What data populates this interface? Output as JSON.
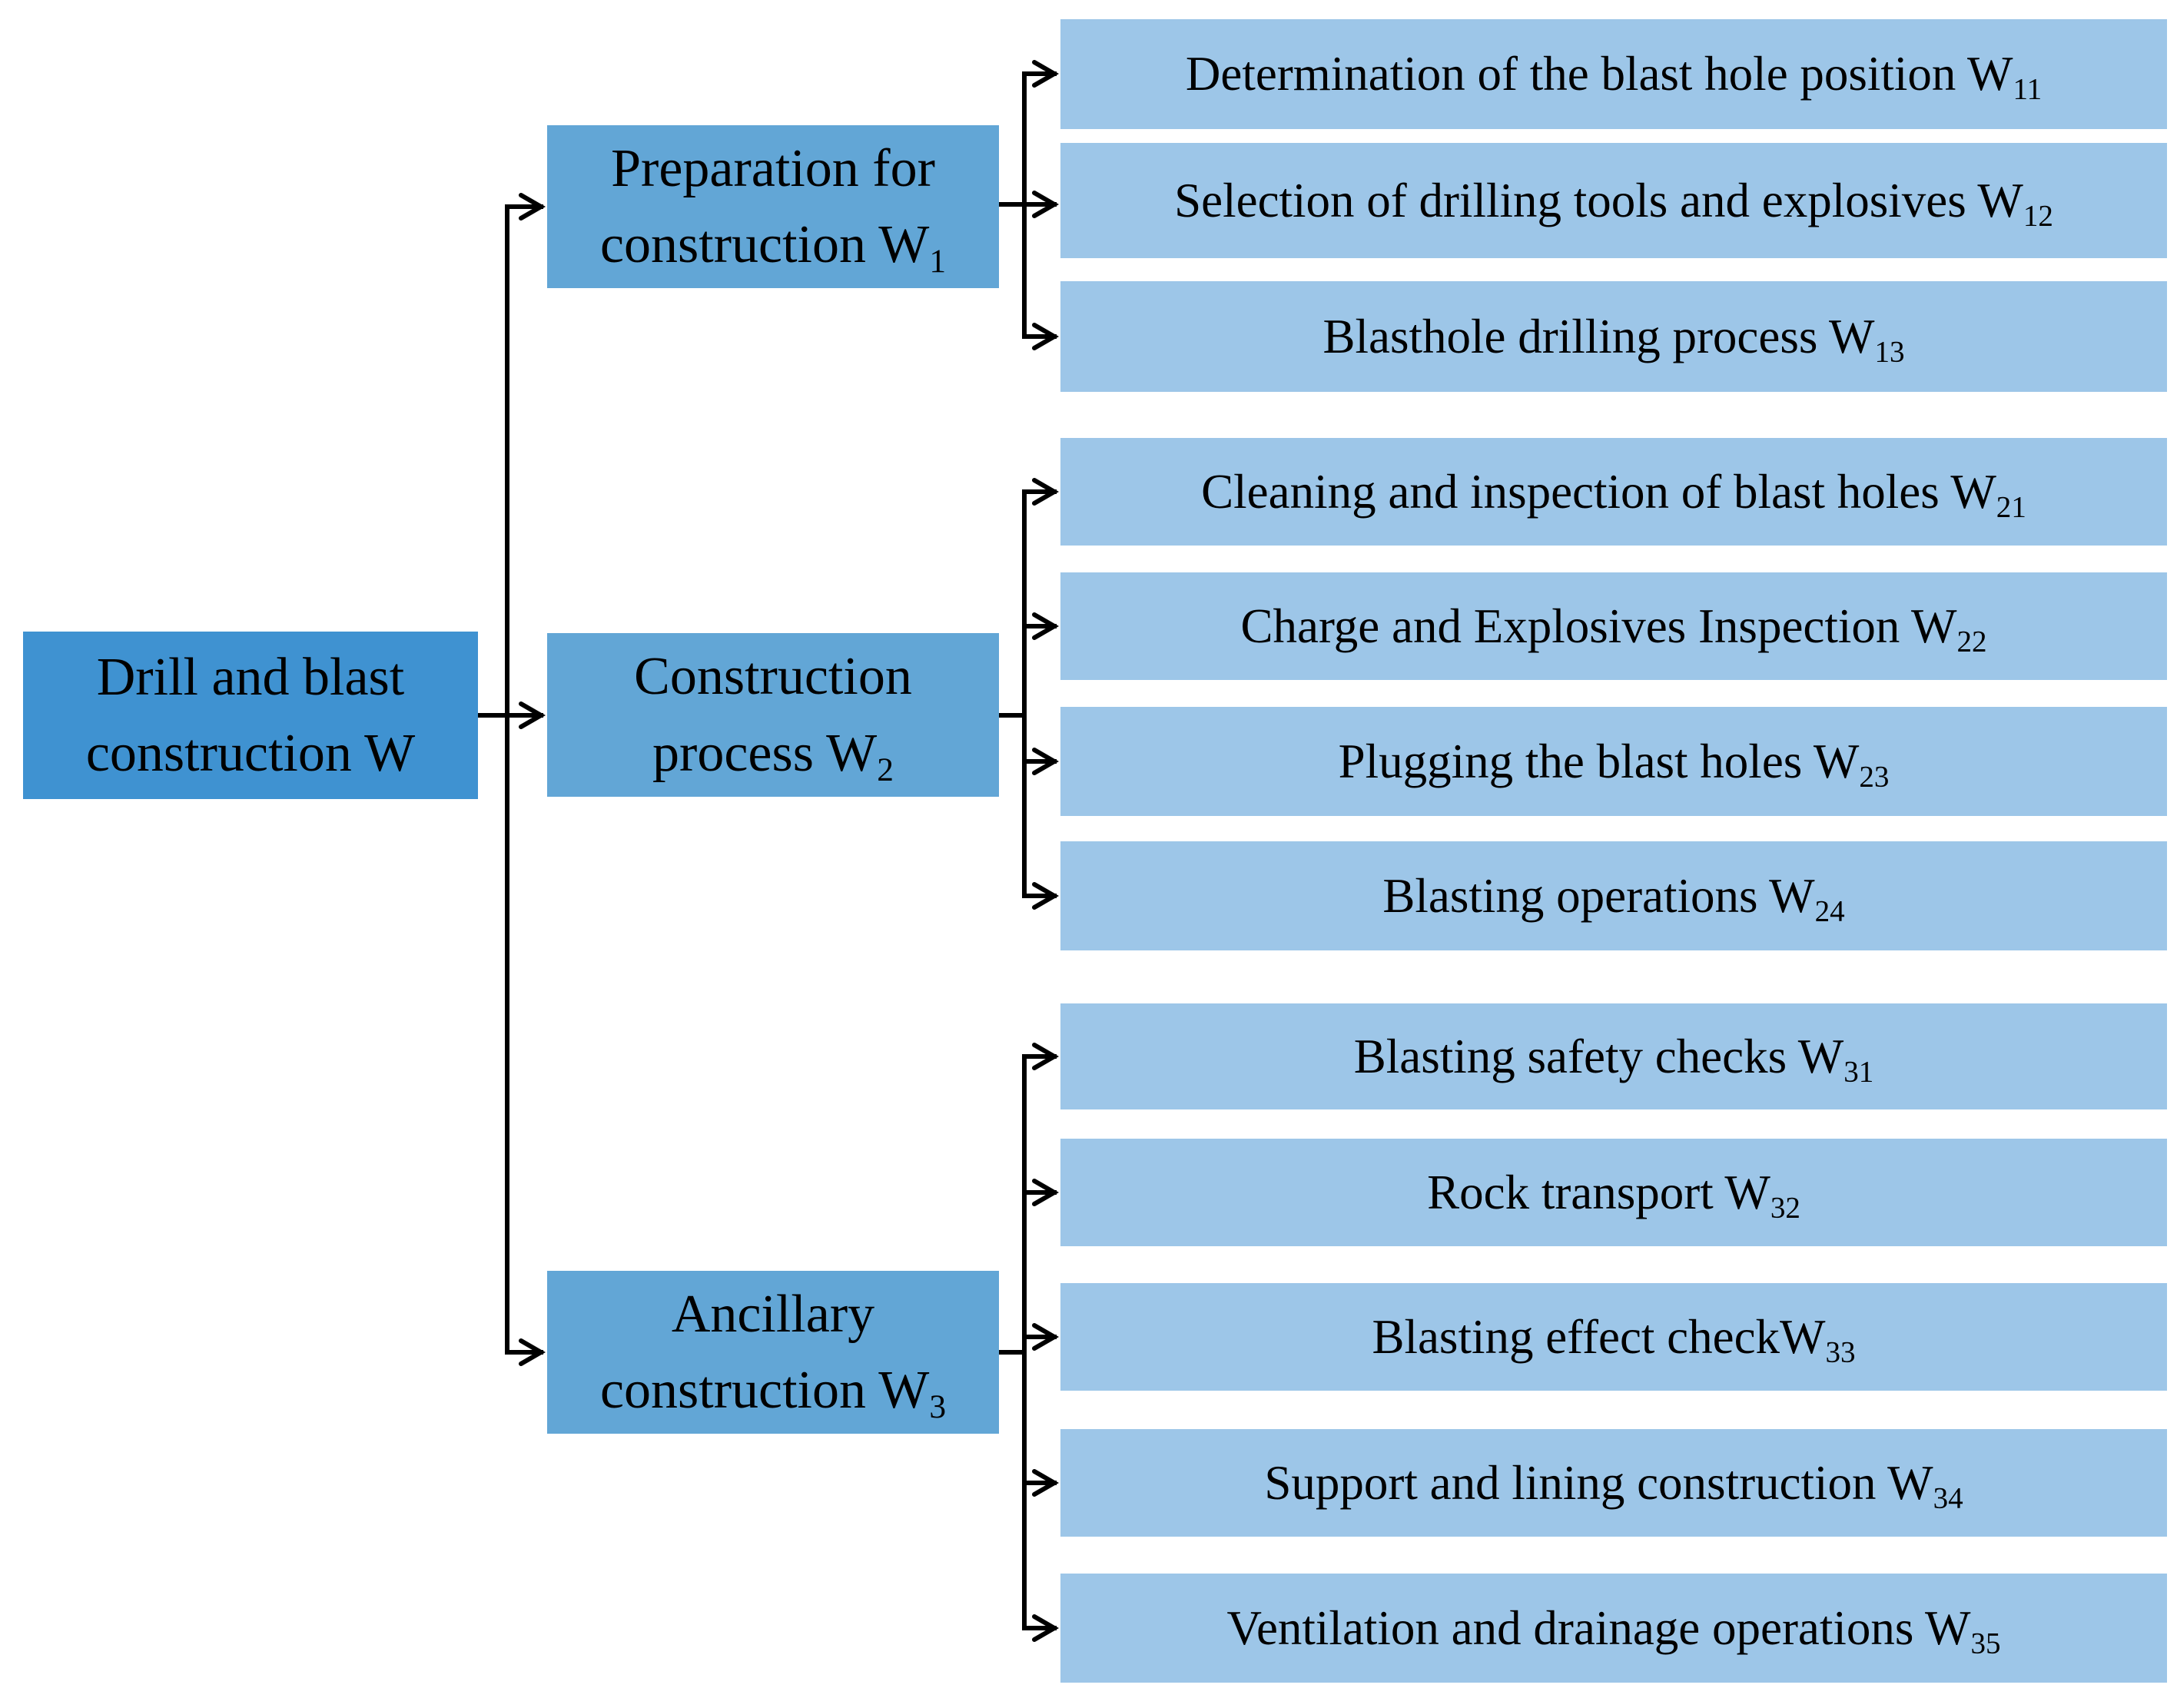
{
  "colors": {
    "root_fill": "#3f92d1",
    "branch_fill": "#62a6d6",
    "leaf_fill": "#9dc6e8",
    "connector": "#000000"
  },
  "root": {
    "label": "Drill and blast construction W",
    "sub": ""
  },
  "branches": [
    {
      "label": "Preparation for construction W",
      "sub": "1",
      "children": [
        {
          "label": "Determination of the  blast hole position W",
          "sub": "11"
        },
        {
          "label": "Selection of drilling tools and explosives W",
          "sub": "12"
        },
        {
          "label": "Blasthole drilling process W",
          "sub": "13"
        }
      ]
    },
    {
      "label": "Construction process W",
      "sub": "2",
      "children": [
        {
          "label": "Cleaning and inspection of blast holes W",
          "sub": "21"
        },
        {
          "label": "Charge and Explosives Inspection W",
          "sub": "22"
        },
        {
          "label": "Plugging the blast holes W",
          "sub": "23"
        },
        {
          "label": "Blasting operations W",
          "sub": "24"
        }
      ]
    },
    {
      "label": "Ancillary construction W",
      "sub": "3",
      "children": [
        {
          "label": "Blasting safety checks W",
          "sub": "31"
        },
        {
          "label": "Rock transport W",
          "sub": "32"
        },
        {
          "label": "Blasting effect checkW",
          "sub": "33"
        },
        {
          "label": "Support and lining construction W",
          "sub": "34"
        },
        {
          "label": "Ventilation and drainage operations W",
          "sub": "35"
        }
      ]
    }
  ]
}
